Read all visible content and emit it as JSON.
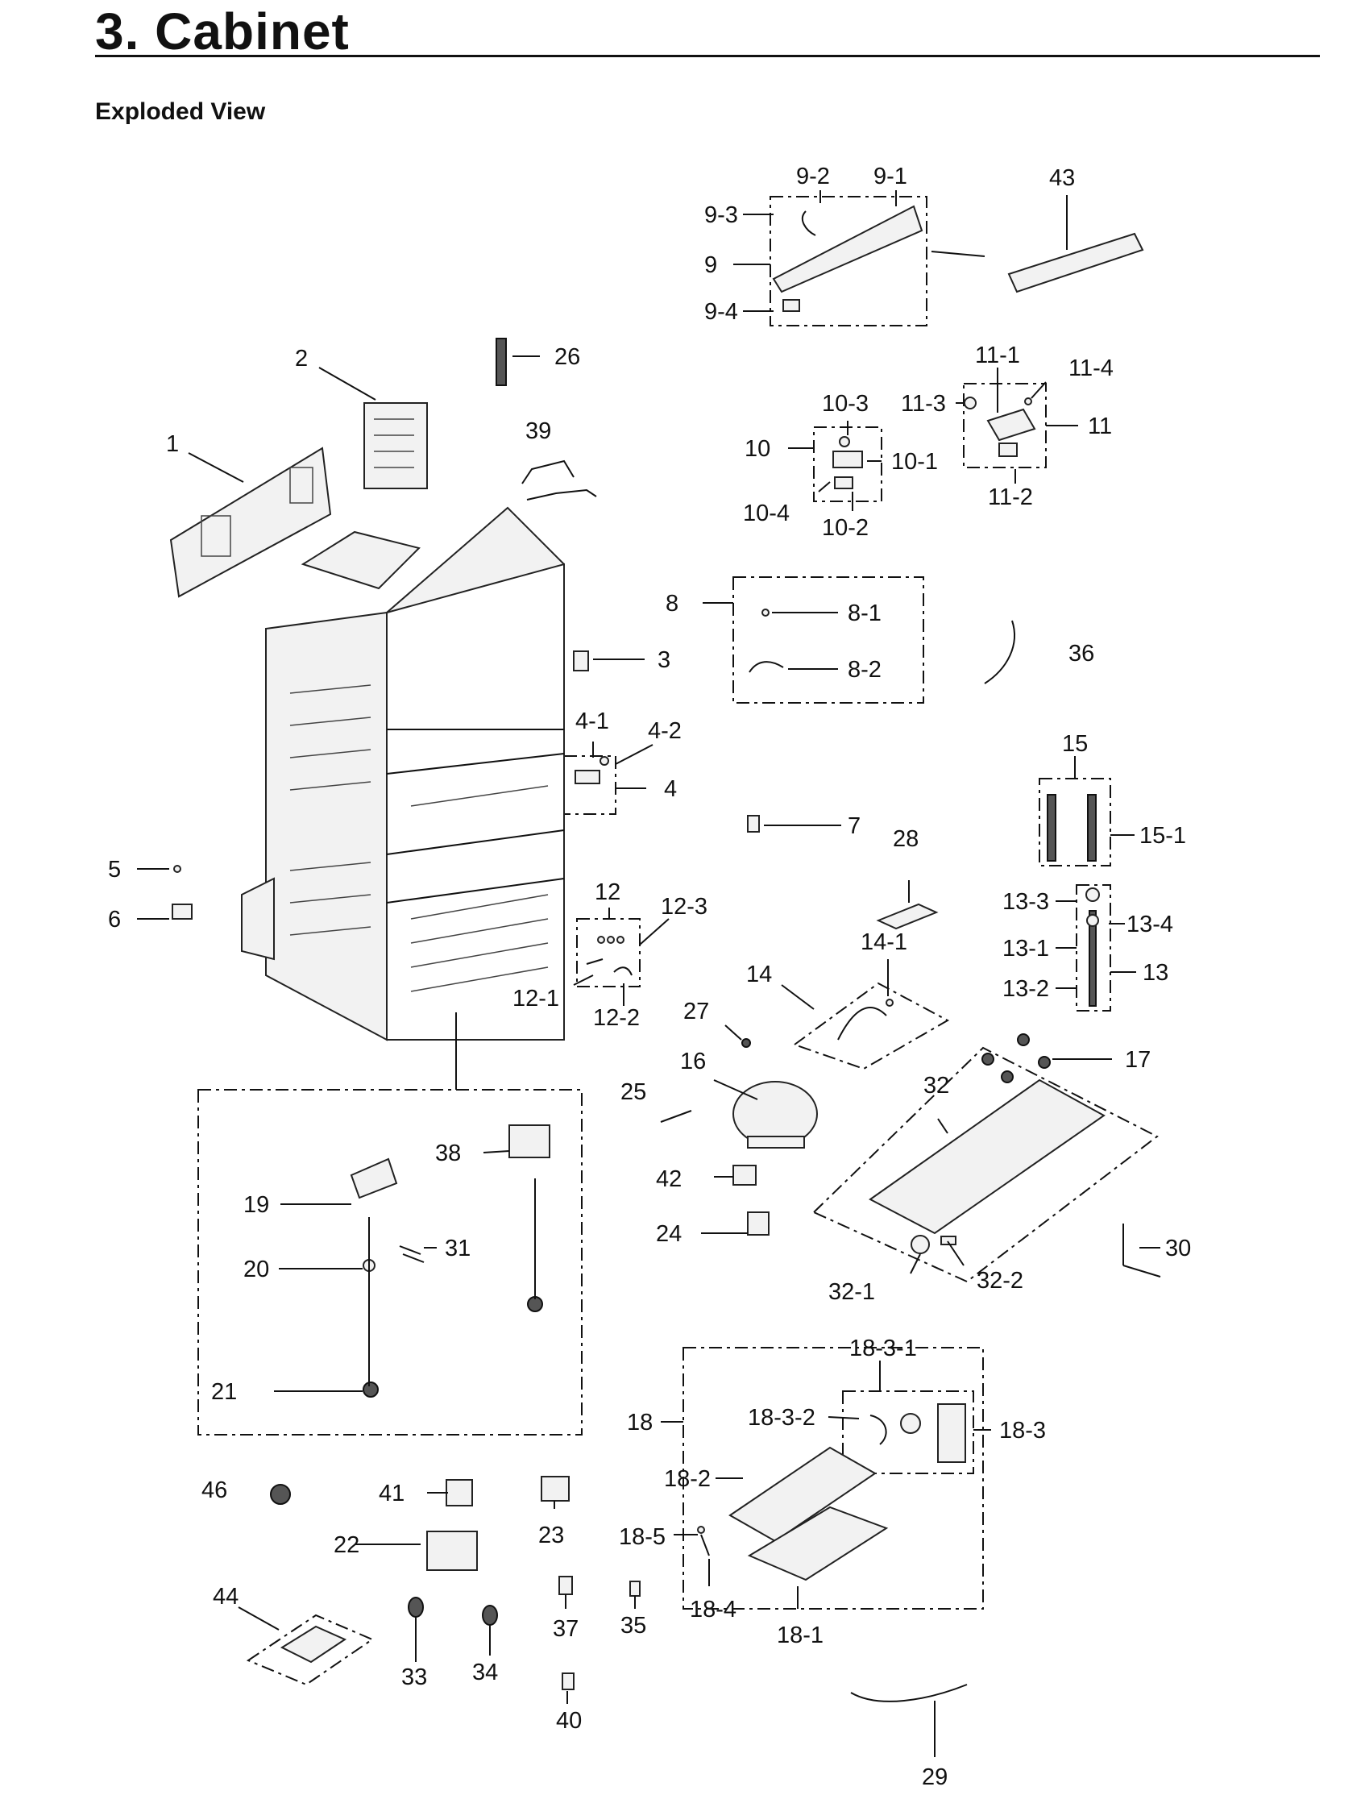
{
  "header": {
    "title": "3.  Cabinet",
    "subtitle": "Exploded View"
  },
  "callouts": {
    "c1": "1",
    "c2": "2",
    "c3": "3",
    "c4": "4",
    "c4_1": "4-1",
    "c4_2": "4-2",
    "c5": "5",
    "c6": "6",
    "c7": "7",
    "c8": "8",
    "c8_1": "8-1",
    "c8_2": "8-2",
    "c9": "9",
    "c9_1": "9-1",
    "c9_2": "9-2",
    "c9_3": "9-3",
    "c9_4": "9-4",
    "c10": "10",
    "c10_1": "10-1",
    "c10_2": "10-2",
    "c10_3": "10-3",
    "c10_4": "10-4",
    "c11": "11",
    "c11_1": "11-1",
    "c11_2": "11-2",
    "c11_3": "11-3",
    "c11_4": "11-4",
    "c12": "12",
    "c12_1": "12-1",
    "c12_2": "12-2",
    "c12_3": "12-3",
    "c13": "13",
    "c13_1": "13-1",
    "c13_2": "13-2",
    "c13_3": "13-3",
    "c13_4": "13-4",
    "c14": "14",
    "c14_1": "14-1",
    "c15": "15",
    "c15_1": "15-1",
    "c16": "16",
    "c17": "17",
    "c18": "18",
    "c18_1": "18-1",
    "c18_2": "18-2",
    "c18_3": "18-3",
    "c18_3_1": "18-3-1",
    "c18_3_2": "18-3-2",
    "c18_4": "18-4",
    "c18_5": "18-5",
    "c19": "19",
    "c20": "20",
    "c21": "21",
    "c22": "22",
    "c23": "23",
    "c24": "24",
    "c25": "25",
    "c26": "26",
    "c27": "27",
    "c28": "28",
    "c29": "29",
    "c30": "30",
    "c31": "31",
    "c32": "32",
    "c32_1": "32-1",
    "c32_2": "32-2",
    "c33": "33",
    "c34": "34",
    "c35": "35",
    "c36": "36",
    "c37": "37",
    "c38": "38",
    "c39": "39",
    "c40": "40",
    "c41": "41",
    "c42": "42",
    "c43": "43",
    "c44": "44",
    "c46": "46"
  }
}
